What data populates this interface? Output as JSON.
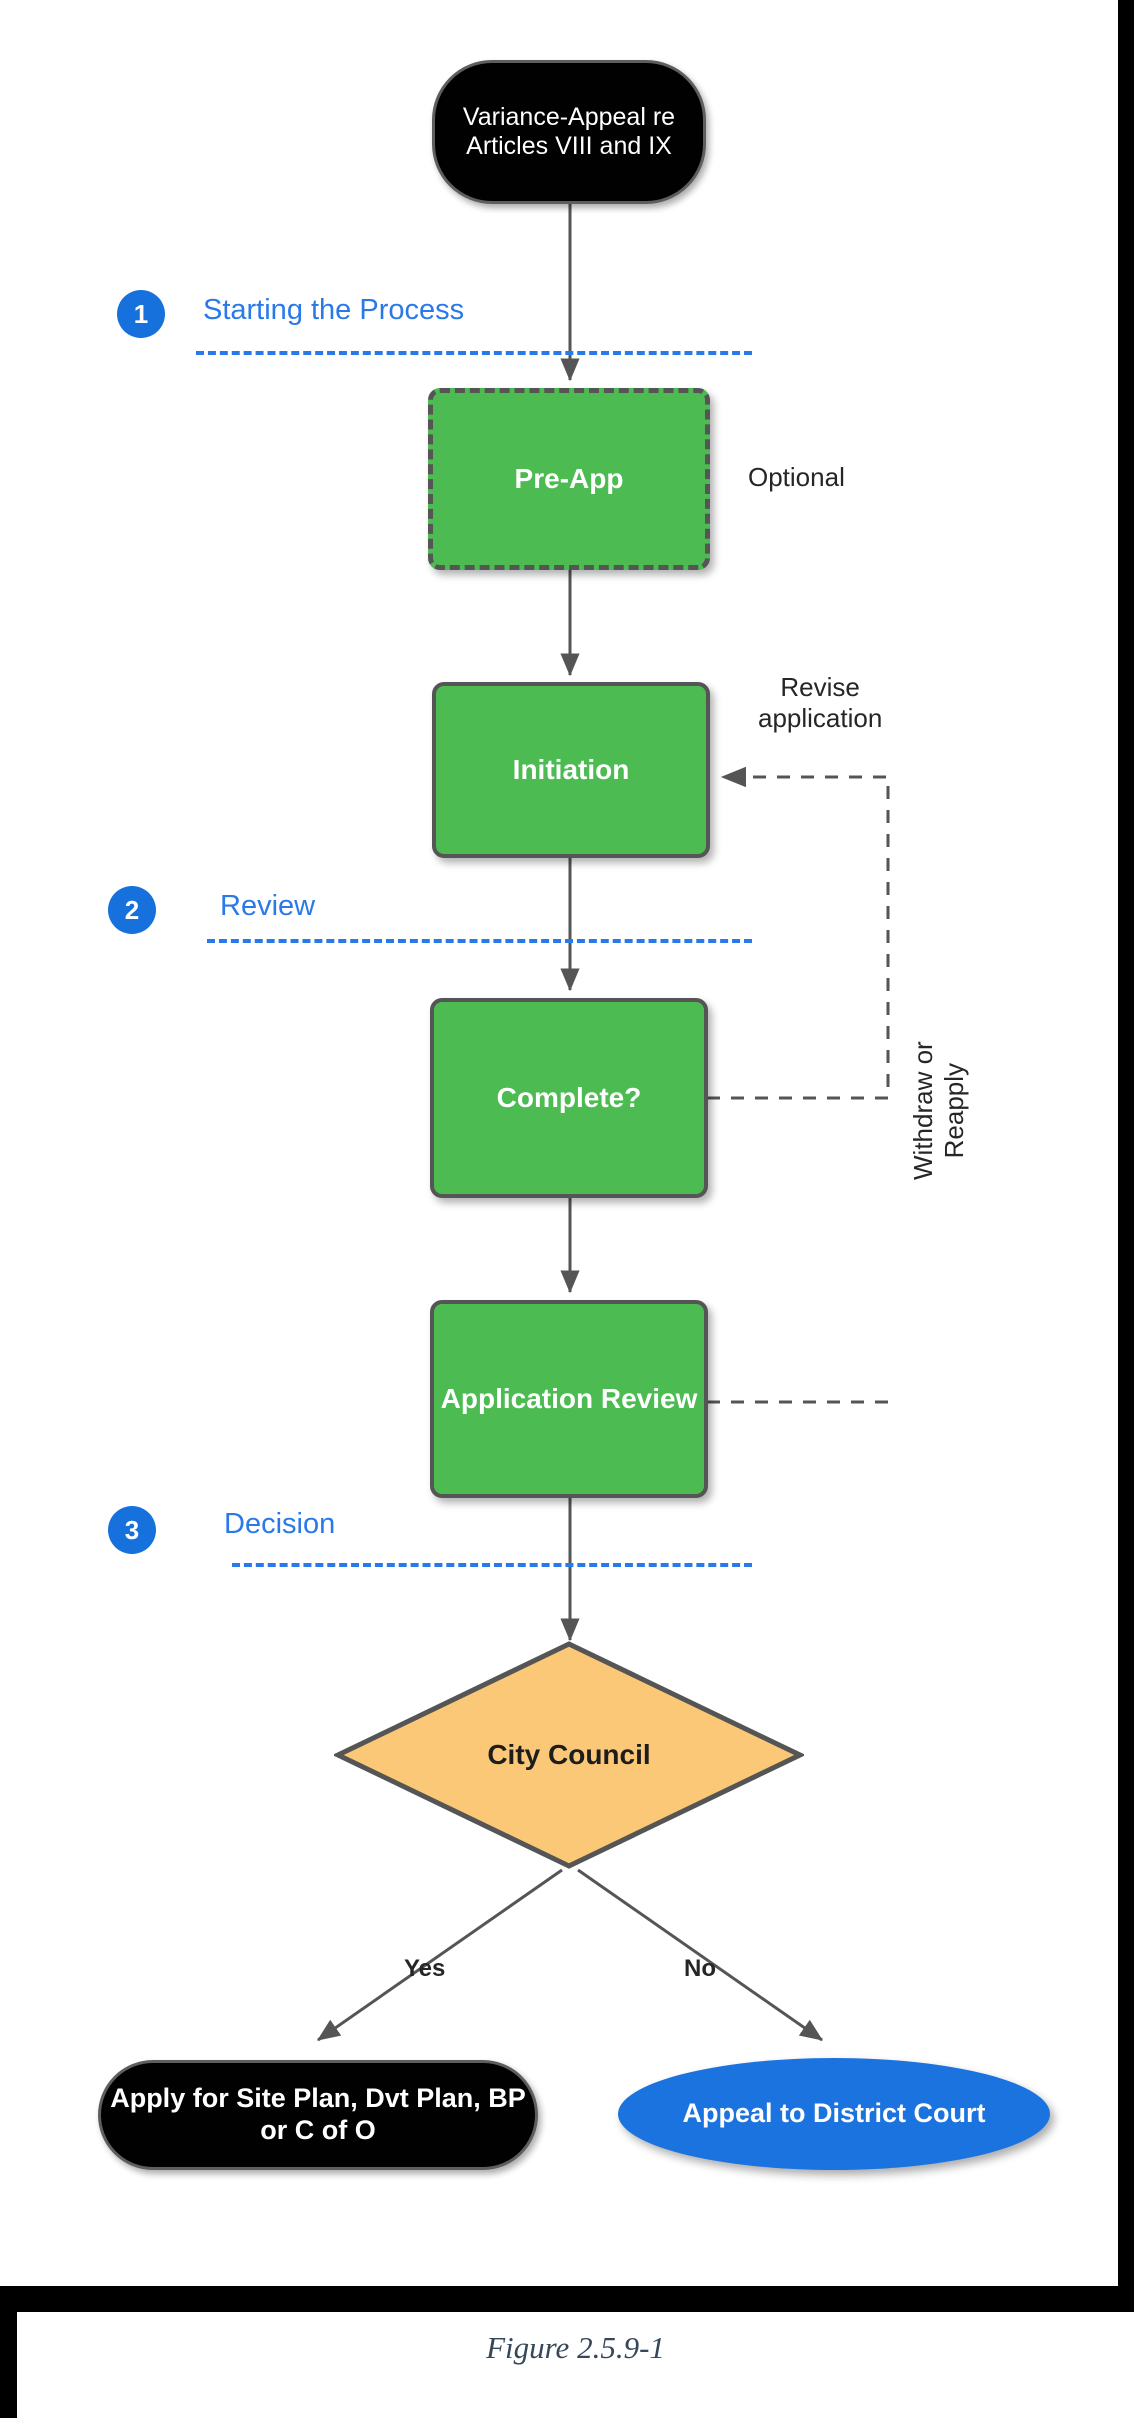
{
  "figure": {
    "caption": "Figure 2.5.9-1"
  },
  "colors": {
    "process_green": "#4CBB52",
    "decision_orange": "#FBC878",
    "terminal_black": "#010101",
    "accent_blue": "#1671DD",
    "step_text_blue": "#2979E8",
    "ellipse_blue": "#1B73E0",
    "border_gray": "#555555",
    "caption_slate": "#37475A"
  },
  "nodes": {
    "start": {
      "label": "Variance-Appeal\nre Articles VIII\nand IX",
      "shape": "rounded-terminal"
    },
    "pre_app": {
      "label": "Pre-App",
      "shape": "dashed-process"
    },
    "initiation": {
      "label": "Initiation",
      "shape": "process"
    },
    "complete": {
      "label": "Complete?",
      "shape": "process"
    },
    "application_review": {
      "label": "Application\nReview",
      "shape": "process"
    },
    "city_council": {
      "label": "City Council",
      "shape": "diamond"
    },
    "apply_site_plan": {
      "label": "Apply for Site Plan,\nDvt Plan, BP or C of O",
      "shape": "rounded-terminal"
    },
    "appeal_district_court": {
      "label": "Appeal to District\nCourt",
      "shape": "ellipse"
    }
  },
  "steps": [
    {
      "number": "1",
      "label": "Starting the Process"
    },
    {
      "number": "2",
      "label": "Review"
    },
    {
      "number": "3",
      "label": "Decision"
    }
  ],
  "edge_labels": {
    "optional": "Optional",
    "revise_application": "Revise\napplication",
    "withdraw_or_reapply": "Withdraw or\nReapply",
    "yes": "Yes",
    "no": "No"
  }
}
